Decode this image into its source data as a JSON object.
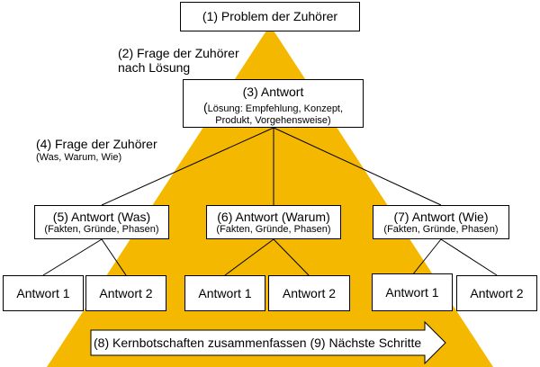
{
  "diagram": {
    "top_box": "(1) Problem der Zuhörer",
    "question_1_line1": "(2) Frage der Zuhörer",
    "question_1_line2": "nach Lösung",
    "answer_main_title": "(3) Antwort",
    "answer_main_open": "(",
    "answer_main_detail_line1": "Lösung: Empfehlung, Konzept,",
    "answer_main_detail_line2": "Produkt, Vorgehensweise)",
    "question_2_line1": "(4) Frage der Zuhörer",
    "question_2_line2": "(Was, Warum, Wie)",
    "answers": [
      {
        "title": "(5) Antwort (Was)",
        "detail": "(Fakten, Gründe, Phasen)"
      },
      {
        "title": "(6) Antwort (Warum)",
        "detail": "(Fakten, Gründe, Phasen)"
      },
      {
        "title": "(7) Antwort (Wie)",
        "detail": "(Fakten, Gründe, Phasen)"
      }
    ],
    "leaves": [
      "Antwort 1",
      "Antwort 2",
      "Antwort 1",
      "Antwort 2",
      "Antwort 1",
      "Antwort 2"
    ],
    "arrow_text": "(8) Kernbotschaften zusammenfassen (9) Nächste Schritte",
    "colors": {
      "pyramid": "#F5B800",
      "border": "#000000",
      "box": "#FFFFFF"
    }
  }
}
